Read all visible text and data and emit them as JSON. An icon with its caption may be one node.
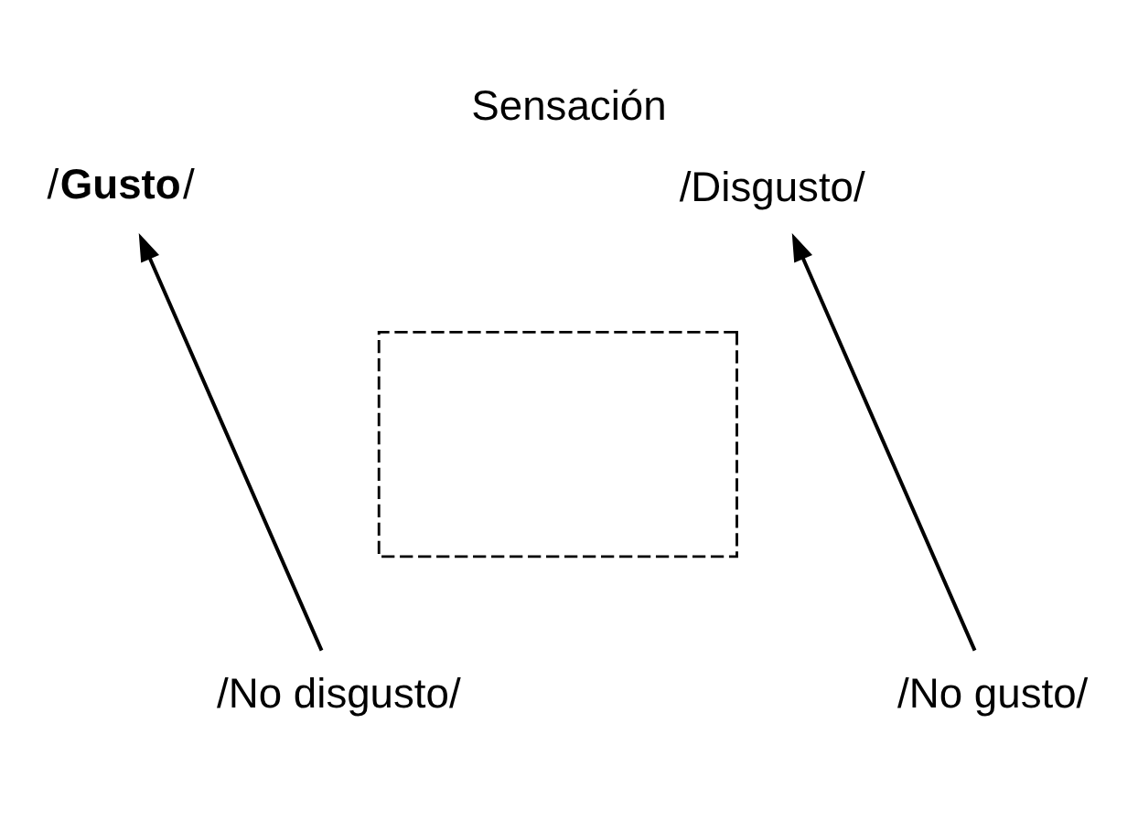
{
  "diagram": {
    "title": "Sensación",
    "nodes": [
      {
        "text": [
          "/**Gusto**/"
        ]
      },
      {
        "text": [
          "/Disgusto/"
        ]
      },
      {
        "text": [],
        "shape": "box"
      },
      {
        "text": [
          "/No disgusto/"
        ]
      },
      {
        "text": [
          "/No gusto/"
        ]
      }
    ],
    "edges": [
      {
        "from": 3,
        "to": 0,
        "arrow": "to"
      },
      {
        "from": 4,
        "to": 1,
        "arrow": "to"
      }
    ]
  }
}
